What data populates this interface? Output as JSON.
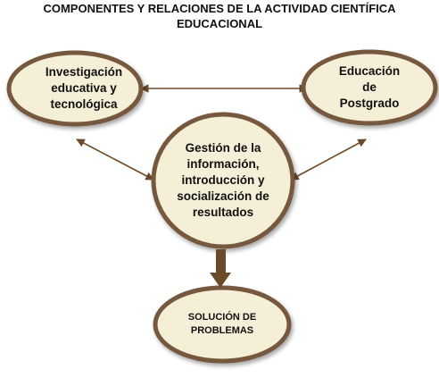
{
  "title": {
    "line1": "COMPONENTES Y RELACIONES DE LA ACTIVIDAD CIENTÍFICA",
    "line2": "EDUCACIONAL"
  },
  "nodes": {
    "investigacion": {
      "lines": [
        "Investigación",
        "educativa y",
        "tecnológica"
      ]
    },
    "educacion": {
      "lines": [
        "Educación",
        "de",
        "Postgrado"
      ]
    },
    "gestion": {
      "lines": [
        "Gestión de la",
        "información,",
        "introducción y",
        "socialización de",
        "resultados"
      ]
    },
    "solucion": {
      "lines": [
        "SOLUCIÓN DE",
        "PROBLEMAS"
      ]
    }
  },
  "colors": {
    "ellipse_fill": "#f5efd7",
    "ellipse_stroke": "#74583c",
    "arrow": "#6b4a2a"
  }
}
